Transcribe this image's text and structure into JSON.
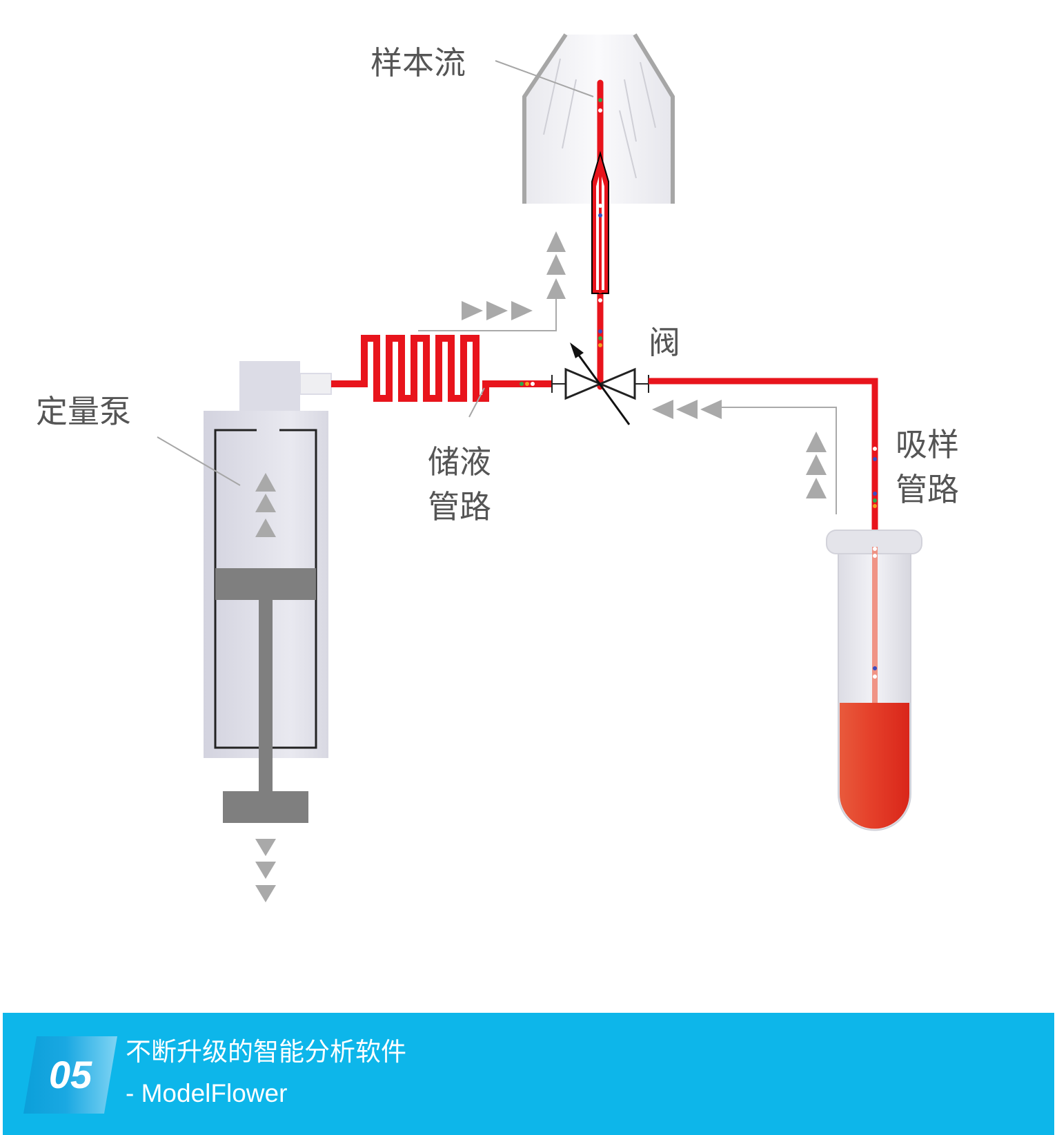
{
  "labels": {
    "sample_stream": "样本流",
    "metering_pump": "定量泵",
    "valve": "阀",
    "reservoir_line": [
      "储液",
      "管路"
    ],
    "sampling_line": [
      "吸样",
      "管路"
    ]
  },
  "banner": {
    "number": "05",
    "title": "不断升级的智能分析软件",
    "subtitle": "- ModelFlower"
  },
  "colors": {
    "fluid": "#e8141c",
    "arrow": "#a9a9a9",
    "pump_body": "#dcdce6",
    "piston": "#7f7f7f",
    "banner": "#0db6ea",
    "label_text": "#555555"
  },
  "icons": {
    "flow_arrow": "triangle",
    "valve": "bowtie-valve-with-adjust-arrow"
  }
}
